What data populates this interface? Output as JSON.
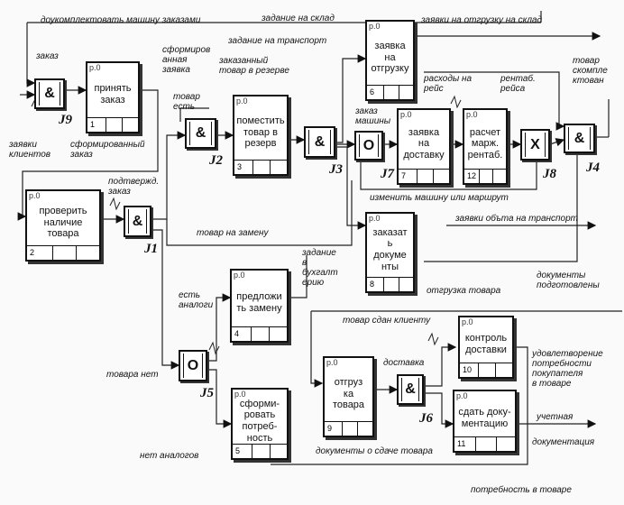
{
  "boxes": {
    "b1": {
      "ref": "p.0",
      "label": "принять\nзаказ",
      "num": "1"
    },
    "b2": {
      "ref": "p.0",
      "label": "проверить\nналичие\nтовара",
      "num": "2"
    },
    "b3": {
      "ref": "p.0",
      "label": "поместить\nтовар в\nрезерв",
      "num": "3"
    },
    "b4": {
      "ref": "p.0",
      "label": "предложи\nть замену",
      "num": "4"
    },
    "b5": {
      "ref": "p.0",
      "label": "сформи-\nровать\nпотреб-\nность",
      "num": "5"
    },
    "b6": {
      "ref": "p.0",
      "label": "заявка\nна\nотгрузку",
      "num": "6"
    },
    "b7": {
      "ref": "p.0",
      "label": "заявка\nна\nдоставку",
      "num": "7"
    },
    "b8": {
      "ref": "p.0",
      "label": "заказат\nь\nдокуме\nнты",
      "num": "8"
    },
    "b9": {
      "ref": "p.0",
      "label": "отгруз\nка\nтовара",
      "num": "9"
    },
    "b10": {
      "ref": "p.0",
      "label": "контроль\nдоставки",
      "num": "10"
    },
    "b11": {
      "ref": "p.0",
      "label": "сдать доку-\nментацию",
      "num": "11"
    },
    "b12": {
      "ref": "p.0",
      "label": "расчет\nмарж.\nрентаб.",
      "num": "12"
    }
  },
  "junctions": {
    "j1": {
      "symbol": "&",
      "name": "J1"
    },
    "j2": {
      "symbol": "&",
      "name": "J2"
    },
    "j3": {
      "symbol": "&",
      "name": "J3"
    },
    "j4": {
      "symbol": "&",
      "name": "J4"
    },
    "j5": {
      "symbol": "O",
      "name": "J5"
    },
    "j6": {
      "symbol": "&",
      "name": "J6"
    },
    "j7": {
      "symbol": "O",
      "name": "J7"
    },
    "j8": {
      "symbol": "X",
      "name": "J8"
    },
    "j9": {
      "symbol": "&",
      "name": "J9"
    }
  },
  "labels": {
    "dokomplekt": "доукомплектовать машину заказами",
    "zakaz": "заказ",
    "zayavki_klientov": "заявки\nклиентов",
    "sformir_zakaz": "сформированный\nзаказ",
    "sformir_zayavka": "сформиров\nанная\nзаявка",
    "zadanie_sklad": "задание на склад",
    "zadanie_transport": "задание на транспорт",
    "zakaz_tovar_rezerv": "заказанный\nтовар в резерве",
    "tovar_est": "товар\nесть",
    "zayavki_otgruzku": "заявки на отгрузку на склад",
    "rashody_reis": "расходы на\nрейс",
    "rentab_reisa": "рентаб.\nрейса",
    "tovar_skompl": "товар\nскомпле\nктован",
    "zakaz_mashiny": "заказ\nмашины",
    "podtverzh_zakaz": "подтвержд.\nзаказ",
    "izmenit_mashinu": "изменить машину  или маршрут",
    "zayavki_obekta": "заявки объта на транспорт",
    "tovar_na_zamenu": "товар на замену",
    "zadanie_buhgalt": "задание\nв\nбухгалт\nерию",
    "otgruzka_tovara": "отгрузка товара",
    "dokumenty_podgot": "документы\nподготовлены",
    "est_analogi": "есть\nаналоги",
    "tovar_sdan": "товар сдан клиенту",
    "tovara_net": "товара нет",
    "dostavka": "доставка",
    "udovletvorenie": "удовлетворение\nпотребности\nпокупателя\nв товаре",
    "uchetnaya": "учетная",
    "dokumentaciya": "документация",
    "net_analogov": "нет аналогов",
    "dokumenty_sdache": "документы о сдаче товара",
    "potrebnost": "потребность в товаре"
  }
}
